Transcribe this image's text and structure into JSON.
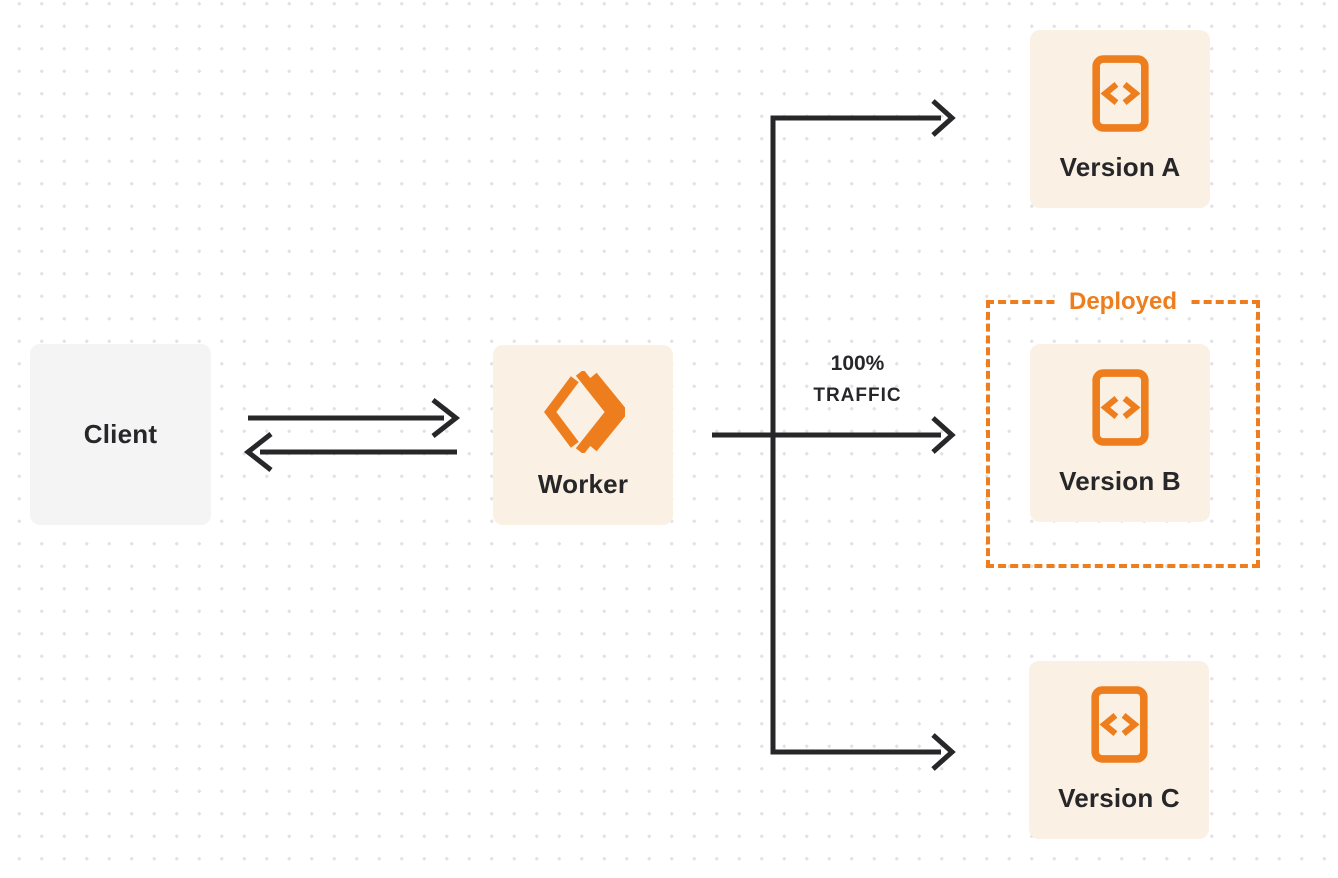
{
  "colors": {
    "accent_orange": "#EE7E1D",
    "node_cream": "#FAF0E3",
    "node_gray": "#F4F4F5",
    "ink": "#27272A",
    "dot": "#E3E3E6",
    "background": "#FFFFFF"
  },
  "nodes": {
    "client": {
      "label": "Client"
    },
    "worker": {
      "label": "Worker",
      "icon": "cloudflare-workers-logo-icon"
    },
    "versions": [
      {
        "label": "Version A",
        "icon": "code-file-icon"
      },
      {
        "label": "Version B",
        "icon": "code-file-icon",
        "badge": "Deployed"
      },
      {
        "label": "Version C",
        "icon": "code-file-icon"
      }
    ]
  },
  "edges": {
    "client_worker": "bidirectional",
    "traffic_label": {
      "line1": "100%",
      "line2": "TRAFFIC"
    },
    "targets": [
      "Version A",
      "Version B",
      "Version C"
    ]
  }
}
